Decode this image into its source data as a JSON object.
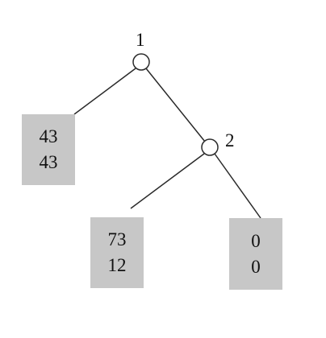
{
  "diagram": {
    "nodes": [
      {
        "id": "node-1",
        "label": "1"
      },
      {
        "id": "node-2",
        "label": "2"
      }
    ],
    "leaves": [
      {
        "id": "leaf-left",
        "payoff_1": "43",
        "payoff_2": "43"
      },
      {
        "id": "leaf-middle",
        "payoff_1": "73",
        "payoff_2": "12"
      },
      {
        "id": "leaf-right",
        "payoff_1": "0",
        "payoff_2": "0"
      }
    ],
    "colors": {
      "line": "#2a2a2a",
      "box_fill": "#c7c7c7",
      "node_fill": "#ffffff"
    }
  }
}
